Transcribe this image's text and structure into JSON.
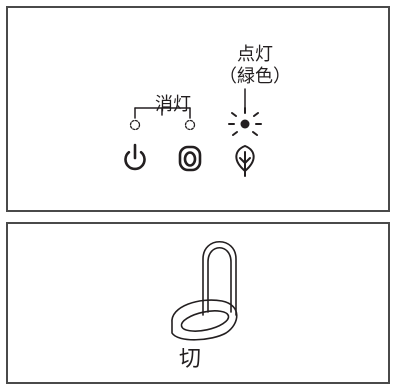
{
  "indicator_panel": {
    "off_label": "消灯",
    "on_label": "点灯",
    "on_sub_label": "（緑色）",
    "icons": [
      "power-icon",
      "seat-icon",
      "leaf-eco-icon"
    ]
  },
  "seat_panel": {
    "state_label": "切",
    "icon": "toilet-seat-icon"
  }
}
